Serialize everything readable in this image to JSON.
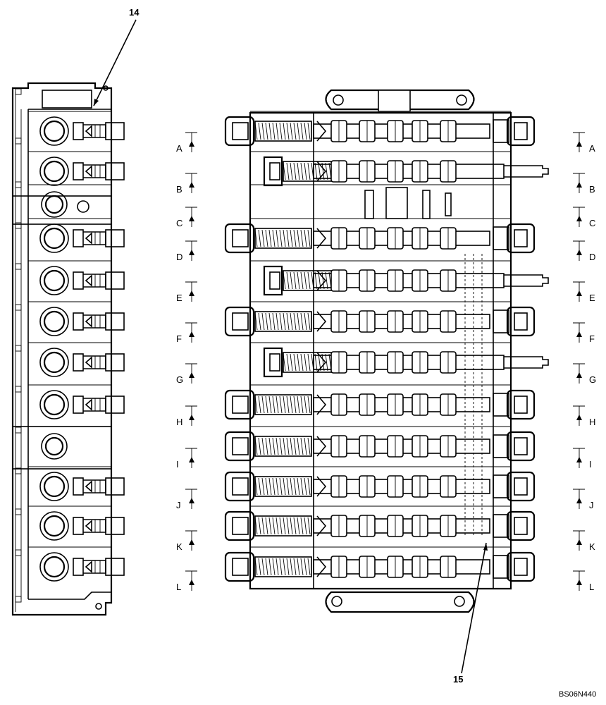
{
  "callouts": {
    "part_14": "14",
    "part_15": "15"
  },
  "sections": [
    "A",
    "B",
    "C",
    "D",
    "E",
    "F",
    "G",
    "H",
    "I",
    "J",
    "K",
    "L"
  ],
  "figure_code": "BS06N440"
}
